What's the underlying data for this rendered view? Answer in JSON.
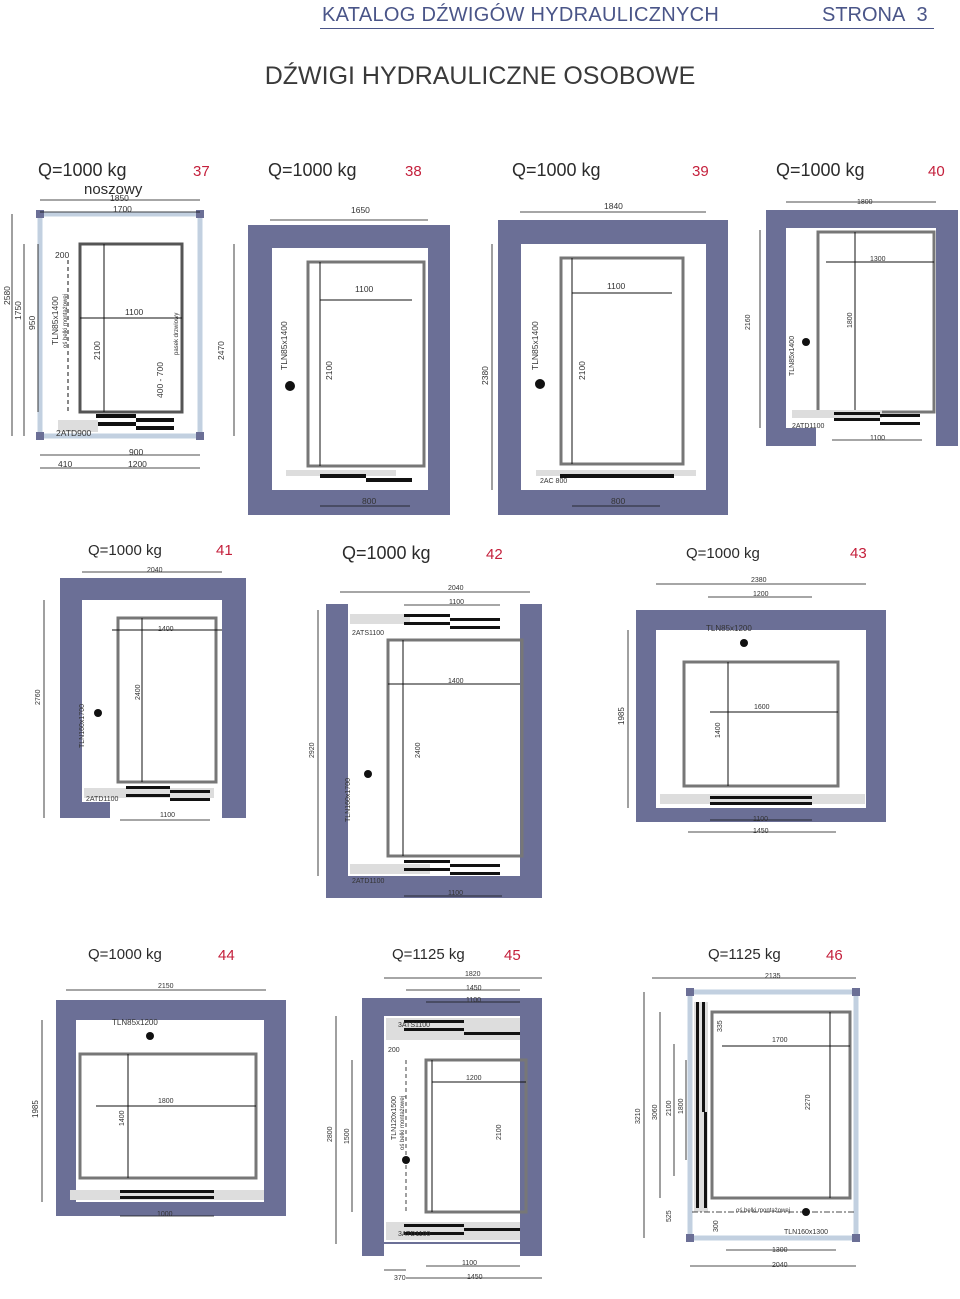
{
  "header": {
    "catalog_title": "KATALOG DŹWIGÓW HYDRAULICZNYCH",
    "page_label": "STRONA",
    "page_number": "3"
  },
  "page_title": "DŹWIGI HYDRAULICZNE OSOBOWE",
  "colors": {
    "wall": "#6b6f96",
    "wall_light": "#c2d0e0",
    "accent": "#c41f3b",
    "header": "#4a5588"
  },
  "plans": {
    "p37": {
      "capacity": "Q=1000 kg",
      "number": "37",
      "subtitle": "noszowy",
      "dims": [
        "1850",
        "1700",
        "200",
        "1100",
        "2580",
        "1750",
        "950",
        "TLN85x1400",
        "oś belki montażowej",
        "2100",
        "400 - 700",
        "pasek drzwiowy",
        "2470",
        "2ATD900",
        "410",
        "900",
        "1200"
      ]
    },
    "p38": {
      "capacity": "Q=1000 kg",
      "number": "38",
      "dims": [
        "1650",
        "1100",
        "TLN85x1400",
        "2100",
        "800"
      ]
    },
    "p39": {
      "capacity": "Q=1000 kg",
      "number": "39",
      "dims": [
        "1840",
        "1100",
        "2380",
        "TLN85x1400",
        "2100",
        "2AC 800",
        "800"
      ]
    },
    "p40": {
      "capacity": "Q=1000 kg",
      "number": "40",
      "dims": [
        "1800",
        "1300",
        "2160",
        "TLN85x1400",
        "1800",
        "2ATD1100",
        "1100"
      ]
    },
    "p41": {
      "capacity": "Q=1000 kg",
      "number": "41",
      "dims": [
        "2040",
        "1400",
        "2760",
        "TLN160x1700",
        "2400",
        "2ATD1100",
        "1100"
      ]
    },
    "p42": {
      "capacity": "Q=1000 kg",
      "number": "42",
      "dims": [
        "2040",
        "1100",
        "2ATS1100",
        "1400",
        "2920",
        "2400",
        "TLN160x1700",
        "2ATD1100",
        "1100"
      ]
    },
    "p43": {
      "capacity": "Q=1000 kg",
      "number": "43",
      "dims": [
        "2380",
        "1200",
        "TLN85x1200",
        "1985",
        "1600",
        "1400",
        "1100",
        "1450"
      ]
    },
    "p44": {
      "capacity": "Q=1000 kg",
      "number": "44",
      "dims": [
        "2150",
        "TLN85x1200",
        "1985",
        "1800",
        "1400",
        "1000"
      ]
    },
    "p45": {
      "capacity": "Q=1125 kg",
      "number": "45",
      "dims": [
        "1820",
        "1450",
        "1100",
        "3ATS1100",
        "200",
        "1200",
        "2800",
        "1500",
        "TLN120x1500",
        "oś belki montażowej",
        "2100",
        "3ATD1100",
        "370",
        "1100",
        "1450"
      ]
    },
    "p46": {
      "capacity": "Q=1125 kg",
      "number": "46",
      "dims": [
        "2135",
        "335",
        "1700",
        "3210",
        "3060",
        "2100",
        "1800",
        "2270",
        "525",
        "300",
        "oś belki montażowej",
        "TLN160x1300",
        "1300",
        "2040"
      ]
    }
  }
}
